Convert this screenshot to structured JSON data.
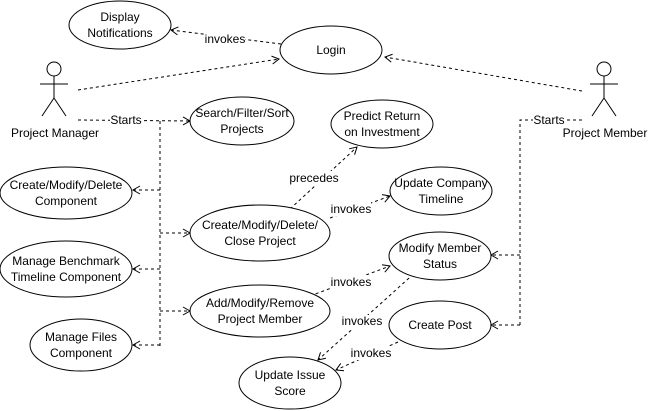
{
  "actors": {
    "manager": "Project Manager",
    "member": "Project Member"
  },
  "use_cases": {
    "display_notifications": [
      "Display",
      "Notifications"
    ],
    "login": [
      "Login"
    ],
    "search_projects": [
      "Search/Filter/Sort",
      "Projects"
    ],
    "predict_roi": [
      "Predict Return",
      "on Investment"
    ],
    "component": [
      "Create/Modify/Delete",
      "Component"
    ],
    "update_timeline": [
      "Update Company",
      "Timeline"
    ],
    "project": [
      "Create/Modify/Delete/",
      "Close Project"
    ],
    "benchmark": [
      "Manage Benchmark",
      "Timeline Component"
    ],
    "member_status": [
      "Modify Member",
      "Status"
    ],
    "project_member": [
      "Add/Modify/Remove",
      "Project Member"
    ],
    "manage_files": [
      "Manage Files",
      "Component"
    ],
    "create_post": [
      "Create Post"
    ],
    "issue_score": [
      "Update Issue",
      "Score"
    ]
  },
  "edge_labels": {
    "invokes": "invokes",
    "starts": "Starts",
    "precedes": "precedes"
  }
}
